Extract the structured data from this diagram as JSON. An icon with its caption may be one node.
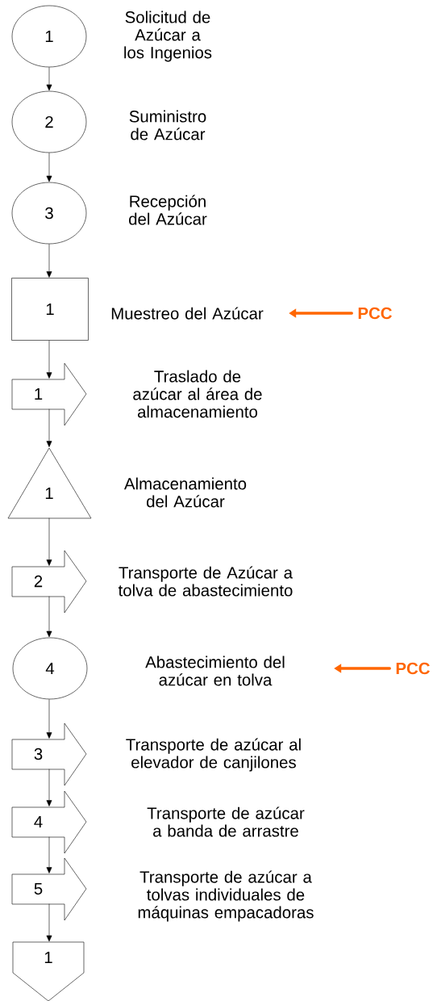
{
  "diagram": {
    "nodes": [
      {
        "text": [
          "1"
        ],
        "beside": [
          "Solicitud de Azúcar a los Ingenios"
        ]
      },
      {
        "text": [
          "2"
        ],
        "beside": [
          "Suministro de Azúcar"
        ]
      },
      {
        "text": [
          "3"
        ],
        "beside": [
          "Recepción del Azúcar"
        ]
      },
      {
        "text": [
          "1"
        ]
      },
      {
        "text": [
          "Muestreo del Azúcar"
        ]
      },
      {
        "text": [
          "PCC"
        ]
      },
      {
        "text": [
          "1"
        ],
        "beside": [
          "Traslado de azúcar al área de almacenamiento"
        ]
      },
      {
        "text": [
          "1"
        ],
        "beside": [
          "Almacenamiento del Azúcar"
        ]
      },
      {
        "text": [
          "2"
        ],
        "beside": [
          "Transporte de Azúcar a tolva de abastecimiento"
        ]
      },
      {
        "text": [
          "4"
        ]
      },
      {
        "text": [
          "Abastecimiento del azúcar en tolva"
        ]
      },
      {
        "text": [
          "PCC"
        ]
      },
      {
        "text": [
          "3"
        ],
        "beside": [
          "Transporte de azúcar al elevador de canjilones"
        ]
      },
      {
        "text": [
          "4"
        ],
        "beside": [
          "Transporte de azúcar a banda de arrastre"
        ]
      },
      {
        "text": [
          "5"
        ],
        "beside": [
          "Transporte de azúcar a tolvas individuales de máquinas empacadoras"
        ]
      },
      {
        "text": [
          "1"
        ]
      }
    ],
    "edges": [
      {
        "from": 0,
        "to": 1,
        "arrow": "to"
      },
      {
        "from": 1,
        "to": 2,
        "arrow": "to"
      },
      {
        "from": 2,
        "to": 3,
        "arrow": "to"
      },
      {
        "from": 3,
        "to": 6,
        "arrow": "to"
      },
      {
        "from": 6,
        "to": 7,
        "arrow": "to"
      },
      {
        "from": 7,
        "to": 8,
        "arrow": "to"
      },
      {
        "from": 8,
        "to": 9,
        "arrow": "to"
      },
      {
        "from": 9,
        "to": 12,
        "arrow": "to"
      },
      {
        "from": 12,
        "to": 13,
        "arrow": "to"
      },
      {
        "from": 13,
        "to": 14,
        "arrow": "to"
      },
      {
        "from": 14,
        "to": 15,
        "arrow": "to"
      },
      {
        "from": 5,
        "to": 4,
        "arrow": "to",
        "style": "thick",
        "color": "#ff6600"
      },
      {
        "from": 11,
        "to": 10,
        "arrow": "to",
        "style": "thick",
        "color": "#ff6600"
      }
    ]
  }
}
